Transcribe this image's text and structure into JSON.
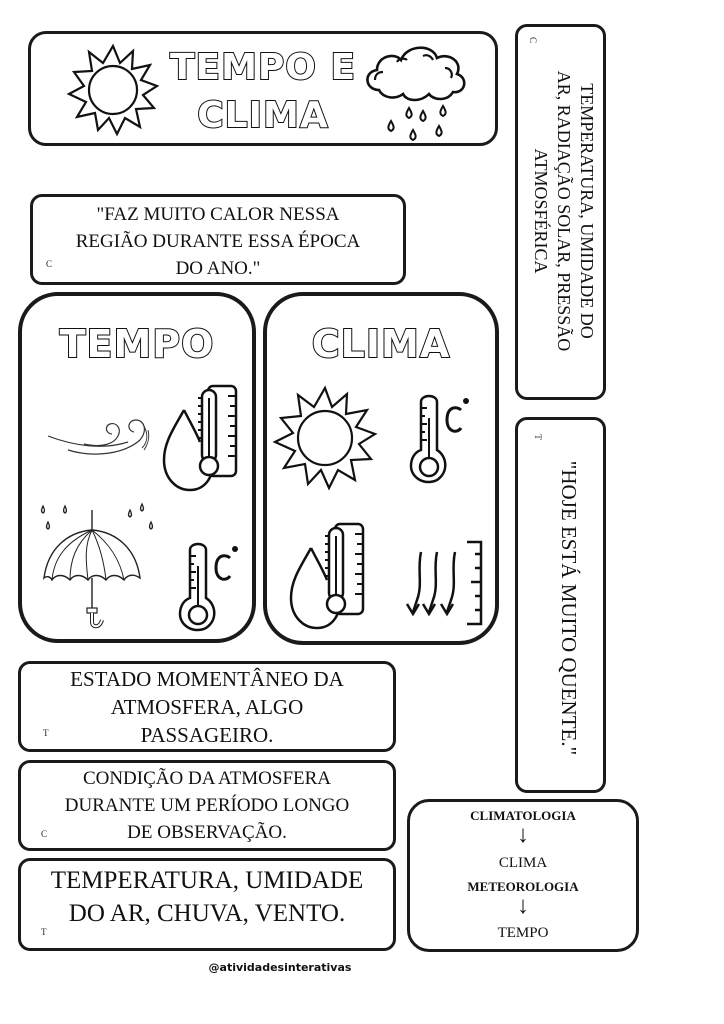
{
  "header": {
    "title_line1": "TEMPO E",
    "title_line2": "CLIMA",
    "icons": [
      "sun-icon",
      "rain-cloud-icon"
    ]
  },
  "side_cards": [
    {
      "tag": "C",
      "text_lines": [
        "TEMPERATURA, UMIDADE DO",
        "AR, RADIAÇÃO SOLAR, PRESSÃO",
        "ATMOSFÉRICA"
      ],
      "orientation": "rotated-90"
    },
    {
      "tag": "T",
      "text_lines": [
        "\"HOJE ESTÁ MUITO QUENTE.\""
      ],
      "orientation": "rotated-90"
    }
  ],
  "quote_card": {
    "tag": "C",
    "text_lines": [
      "\"FAZ MUITO CALOR NESSA",
      "REGIÃO DURANTE ESSA ÉPOCA",
      "DO ANO.\""
    ]
  },
  "panels": {
    "tempo": {
      "title": "TEMPO",
      "icons": [
        "wind-icon",
        "humidity-thermometer-icon",
        "umbrella-rain-icon",
        "thermometer-celsius-icon"
      ]
    },
    "clima": {
      "title": "CLIMA",
      "icons": [
        "sun-icon",
        "thermometer-celsius-icon",
        "humidity-thermometer-icon",
        "precipitation-gauge-icon"
      ]
    }
  },
  "definition_cards": [
    {
      "tag": "T",
      "text_lines": [
        "ESTADO MOMENTÂNEO DA",
        "ATMOSFERA, ALGO",
        "PASSAGEIRO."
      ]
    },
    {
      "tag": "C",
      "text_lines": [
        "CONDIÇÃO DA ATMOSFERA",
        "DURANTE UM PERÍODO  LONGO",
        "DE OBSERVAÇÃO."
      ]
    },
    {
      "tag": "T",
      "text_lines": [
        "TEMPERATURA, UMIDADE",
        "DO AR, CHUVA, VENTO."
      ]
    }
  ],
  "flow_card": {
    "items": [
      {
        "label": "CLIMATOLOGIA",
        "bold": true
      },
      {
        "label": "↓",
        "arrow": true
      },
      {
        "label": "CLIMA",
        "bold": false
      },
      {
        "label": "METEOROLOGIA",
        "bold": true
      },
      {
        "label": "↓",
        "arrow": true
      },
      {
        "label": "TEMPO",
        "bold": false
      }
    ]
  },
  "footer": {
    "credit": "@atividadesinterativas"
  }
}
